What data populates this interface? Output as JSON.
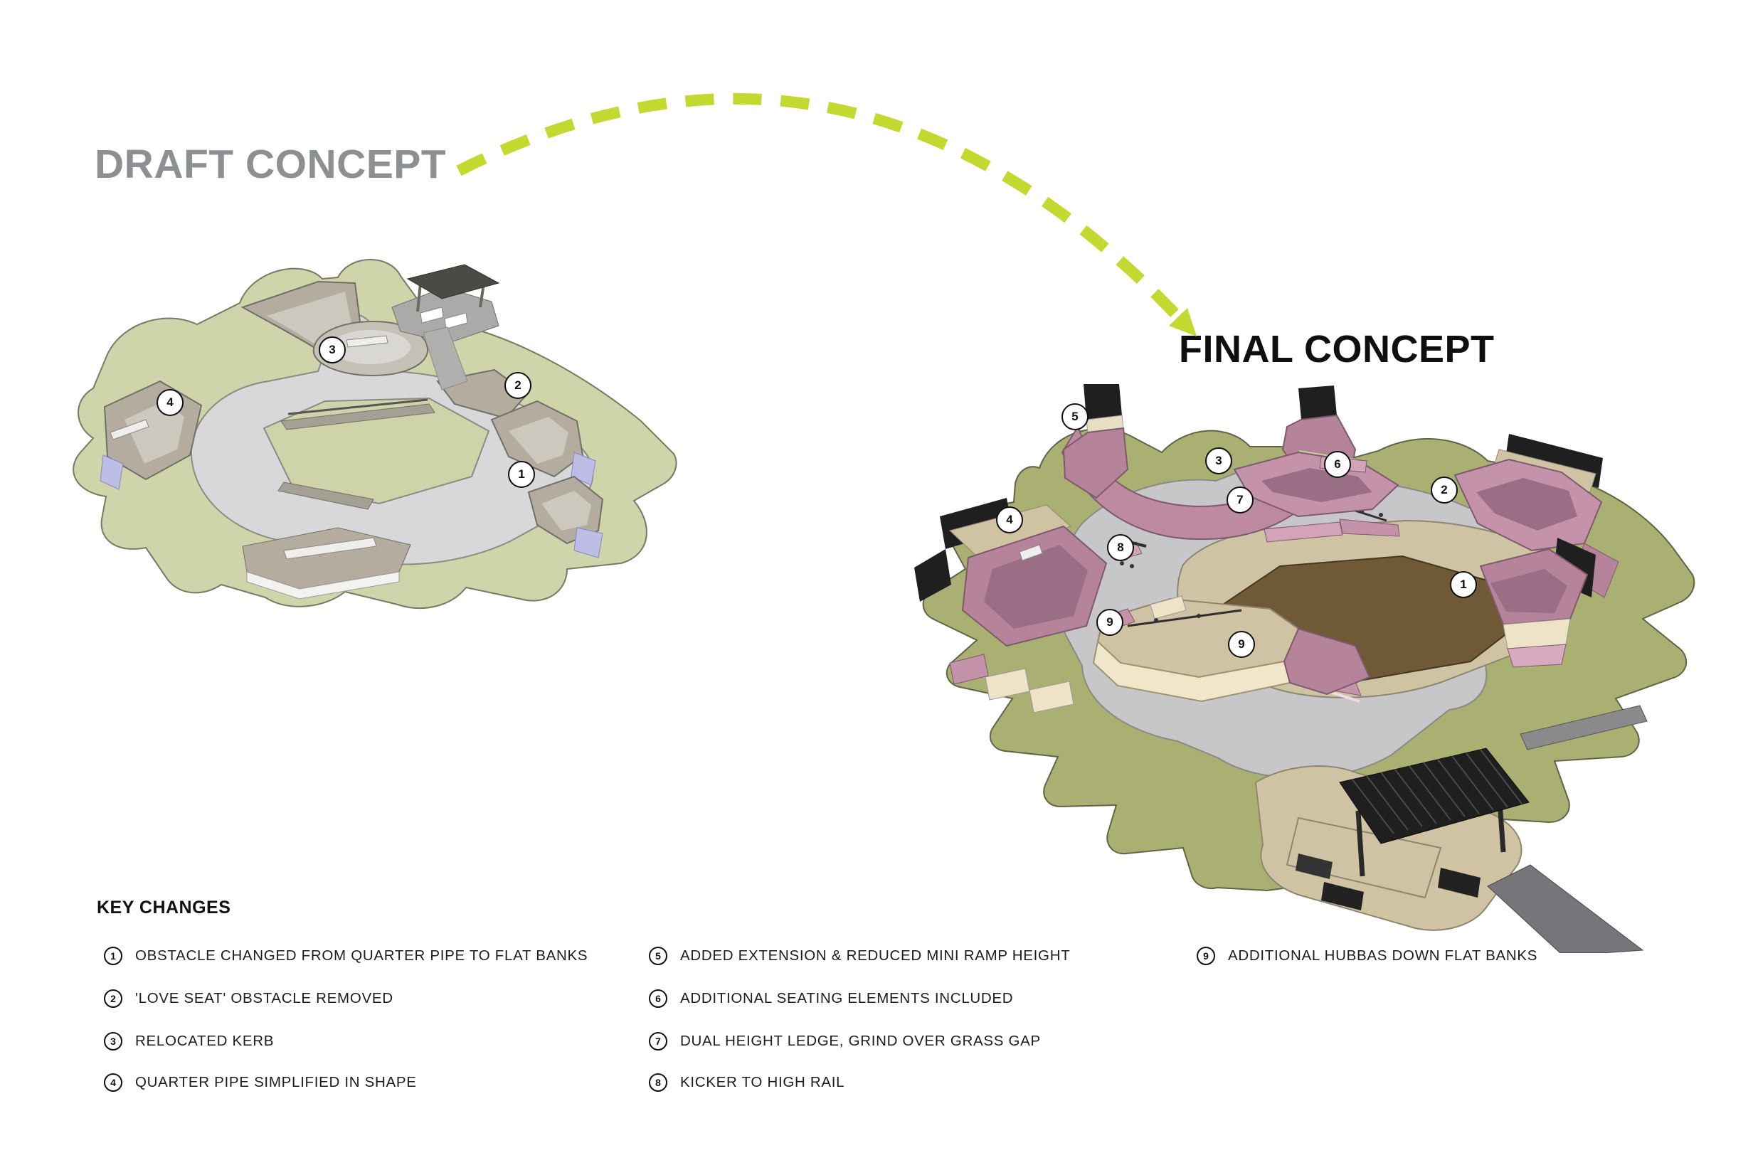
{
  "draft": {
    "title": "DRAFT CONCEPT",
    "title_color": "#8d9093",
    "markers": [
      "1",
      "2",
      "3",
      "4"
    ]
  },
  "final": {
    "title": "FINAL CONCEPT",
    "title_color": "#0f0f0f",
    "markers": [
      "1",
      "2",
      "3",
      "4",
      "5",
      "6",
      "7",
      "8",
      "9",
      "9"
    ]
  },
  "arrow": {
    "style": "dashed-curve",
    "color": "#c3d92f"
  },
  "key_changes": {
    "title": "KEY CHANGES",
    "items": [
      {
        "num": "1",
        "label": "OBSTACLE CHANGED FROM QUARTER PIPE TO FLAT BANKS"
      },
      {
        "num": "2",
        "label": "'LOVE SEAT' OBSTACLE REMOVED"
      },
      {
        "num": "3",
        "label": "RELOCATED KERB"
      },
      {
        "num": "4",
        "label": "QUARTER PIPE SIMPLIFIED IN SHAPE"
      },
      {
        "num": "5",
        "label": "ADDED EXTENSION & REDUCED MINI RAMP HEIGHT"
      },
      {
        "num": "6",
        "label": "ADDITIONAL SEATING ELEMENTS INCLUDED"
      },
      {
        "num": "7",
        "label": "DUAL HEIGHT LEDGE, GRIND OVER GRASS GAP"
      },
      {
        "num": "8",
        "label": "KICKER TO HIGH RAIL"
      },
      {
        "num": "9",
        "label": "ADDITIONAL HUBBAS DOWN FLAT BANKS"
      }
    ]
  },
  "palette": {
    "arrow_green": "#c3d92f",
    "draft_grass": "#cfd4ab",
    "draft_concrete": "#d8d7d9",
    "draft_ramp": "#b3ac9f",
    "draft_ramp_light": "#cdc8be",
    "draft_lavender": "#bdbde6",
    "final_grass": "#a9b072",
    "final_concrete": "#c7c6c8",
    "final_pink": "#c493a9",
    "final_pink_dark": "#9a6f85",
    "final_tan": "#cfc3a4",
    "final_cream": "#f0e7cb",
    "final_dirt": "#6f5936",
    "structure_black": "#1f1f1f"
  }
}
